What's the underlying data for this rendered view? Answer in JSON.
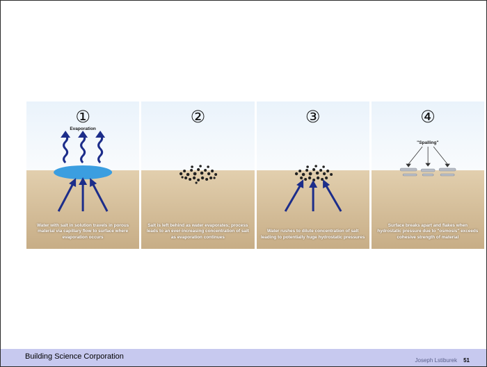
{
  "panels": [
    {
      "number": "①",
      "label": "Evaporation",
      "caption": "Water with salt in solution travels in porous material via capillary flow to surface where evaporation occurs"
    },
    {
      "number": "②",
      "caption": "Salt is left behind as water evaporates; process leads to an ever-increasing concentration of salt as evaporation continues"
    },
    {
      "number": "③",
      "caption": "Water rushes to dilute concentration of salt leading to potentially huge hydrostatic pressures"
    },
    {
      "number": "④",
      "label": "\"Spalling\"",
      "caption": "Surface breaks apart and flakes when hydrostatic pressure due to \"osmosis\" exceeds cohesive strength of material"
    }
  ],
  "footer": {
    "company": "Building Science Corporation",
    "author": "Joseph Lstiburek",
    "page": "51"
  },
  "colors": {
    "arrow": "#1c2d8a",
    "water": "#3b9ee0",
    "footer_bg": "#c7c9ef"
  }
}
